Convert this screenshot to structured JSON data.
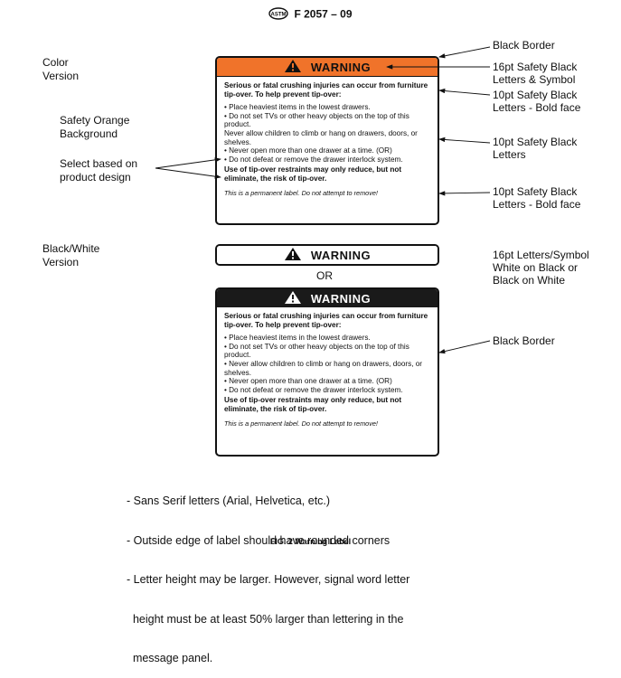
{
  "header": {
    "title": "F 2057 – 09",
    "logo_icon": "astm-logo-icon"
  },
  "left_notes": {
    "color_version": "Color\nVersion",
    "safety_orange": "Safety Orange\nBackground",
    "select": "Select based on\nproduct design",
    "bw_version": "Black/White\nVersion"
  },
  "right_notes": {
    "black_border_top": "Black Border",
    "symbol_16pt": "16pt Safety Black\nLetters & Symbol",
    "bold_10pt_a": "10pt Safety Black\nLetters - Bold face",
    "regular_10pt": "10pt Safety Black\nLetters",
    "bold_10pt_b": "10pt Safety Black\nLetters - Bold face",
    "letters_symbol_16pt": "16pt Letters/Symbol\nWhite on Black or\nBlack on White",
    "black_border_bottom": "Black Border"
  },
  "label": {
    "signal_word": "WARNING",
    "hazard": "Serious or fatal crushing injuries can occur from furniture tip-over. To help prevent tip-over:",
    "items_color": [
      "• Place heaviest items in the lowest drawers.",
      "• Do not set TVs or other heavy objects on the top of this product.",
      "  Never allow children to climb or hang on drawers, doors, or shelves.",
      "• Never open more than one drawer at a time. (OR)",
      "• Do not defeat or remove the drawer interlock system."
    ],
    "items_bw": [
      "• Place heaviest items in the lowest drawers.",
      "• Do not set TVs or other heavy objects on the top of this product.",
      "• Never allow children to climb or hang on drawers, doors, or shelves.",
      "• Never open more than one drawer at a time. (OR)",
      "• Do not defeat or remove the drawer interlock system."
    ],
    "restraint": "Use of tip-over restraints may only reduce, but not eliminate, the risk of tip-over.",
    "permanent": "This is a permanent label. Do not attempt to remove!"
  },
  "or_text": "OR",
  "bullets": [
    "- Sans Serif letters (Arial, Helvetica, etc.)",
    "- Outside edge of label should have rounded corners",
    "- Letter height may be larger. However, signal word letter",
    "  height must be at least 50% larger than lettering in the",
    "  message panel."
  ],
  "caption": "FIG. 2 Warning Label",
  "colors": {
    "safety_orange": "#f0732a",
    "black": "#1a1a1a"
  }
}
